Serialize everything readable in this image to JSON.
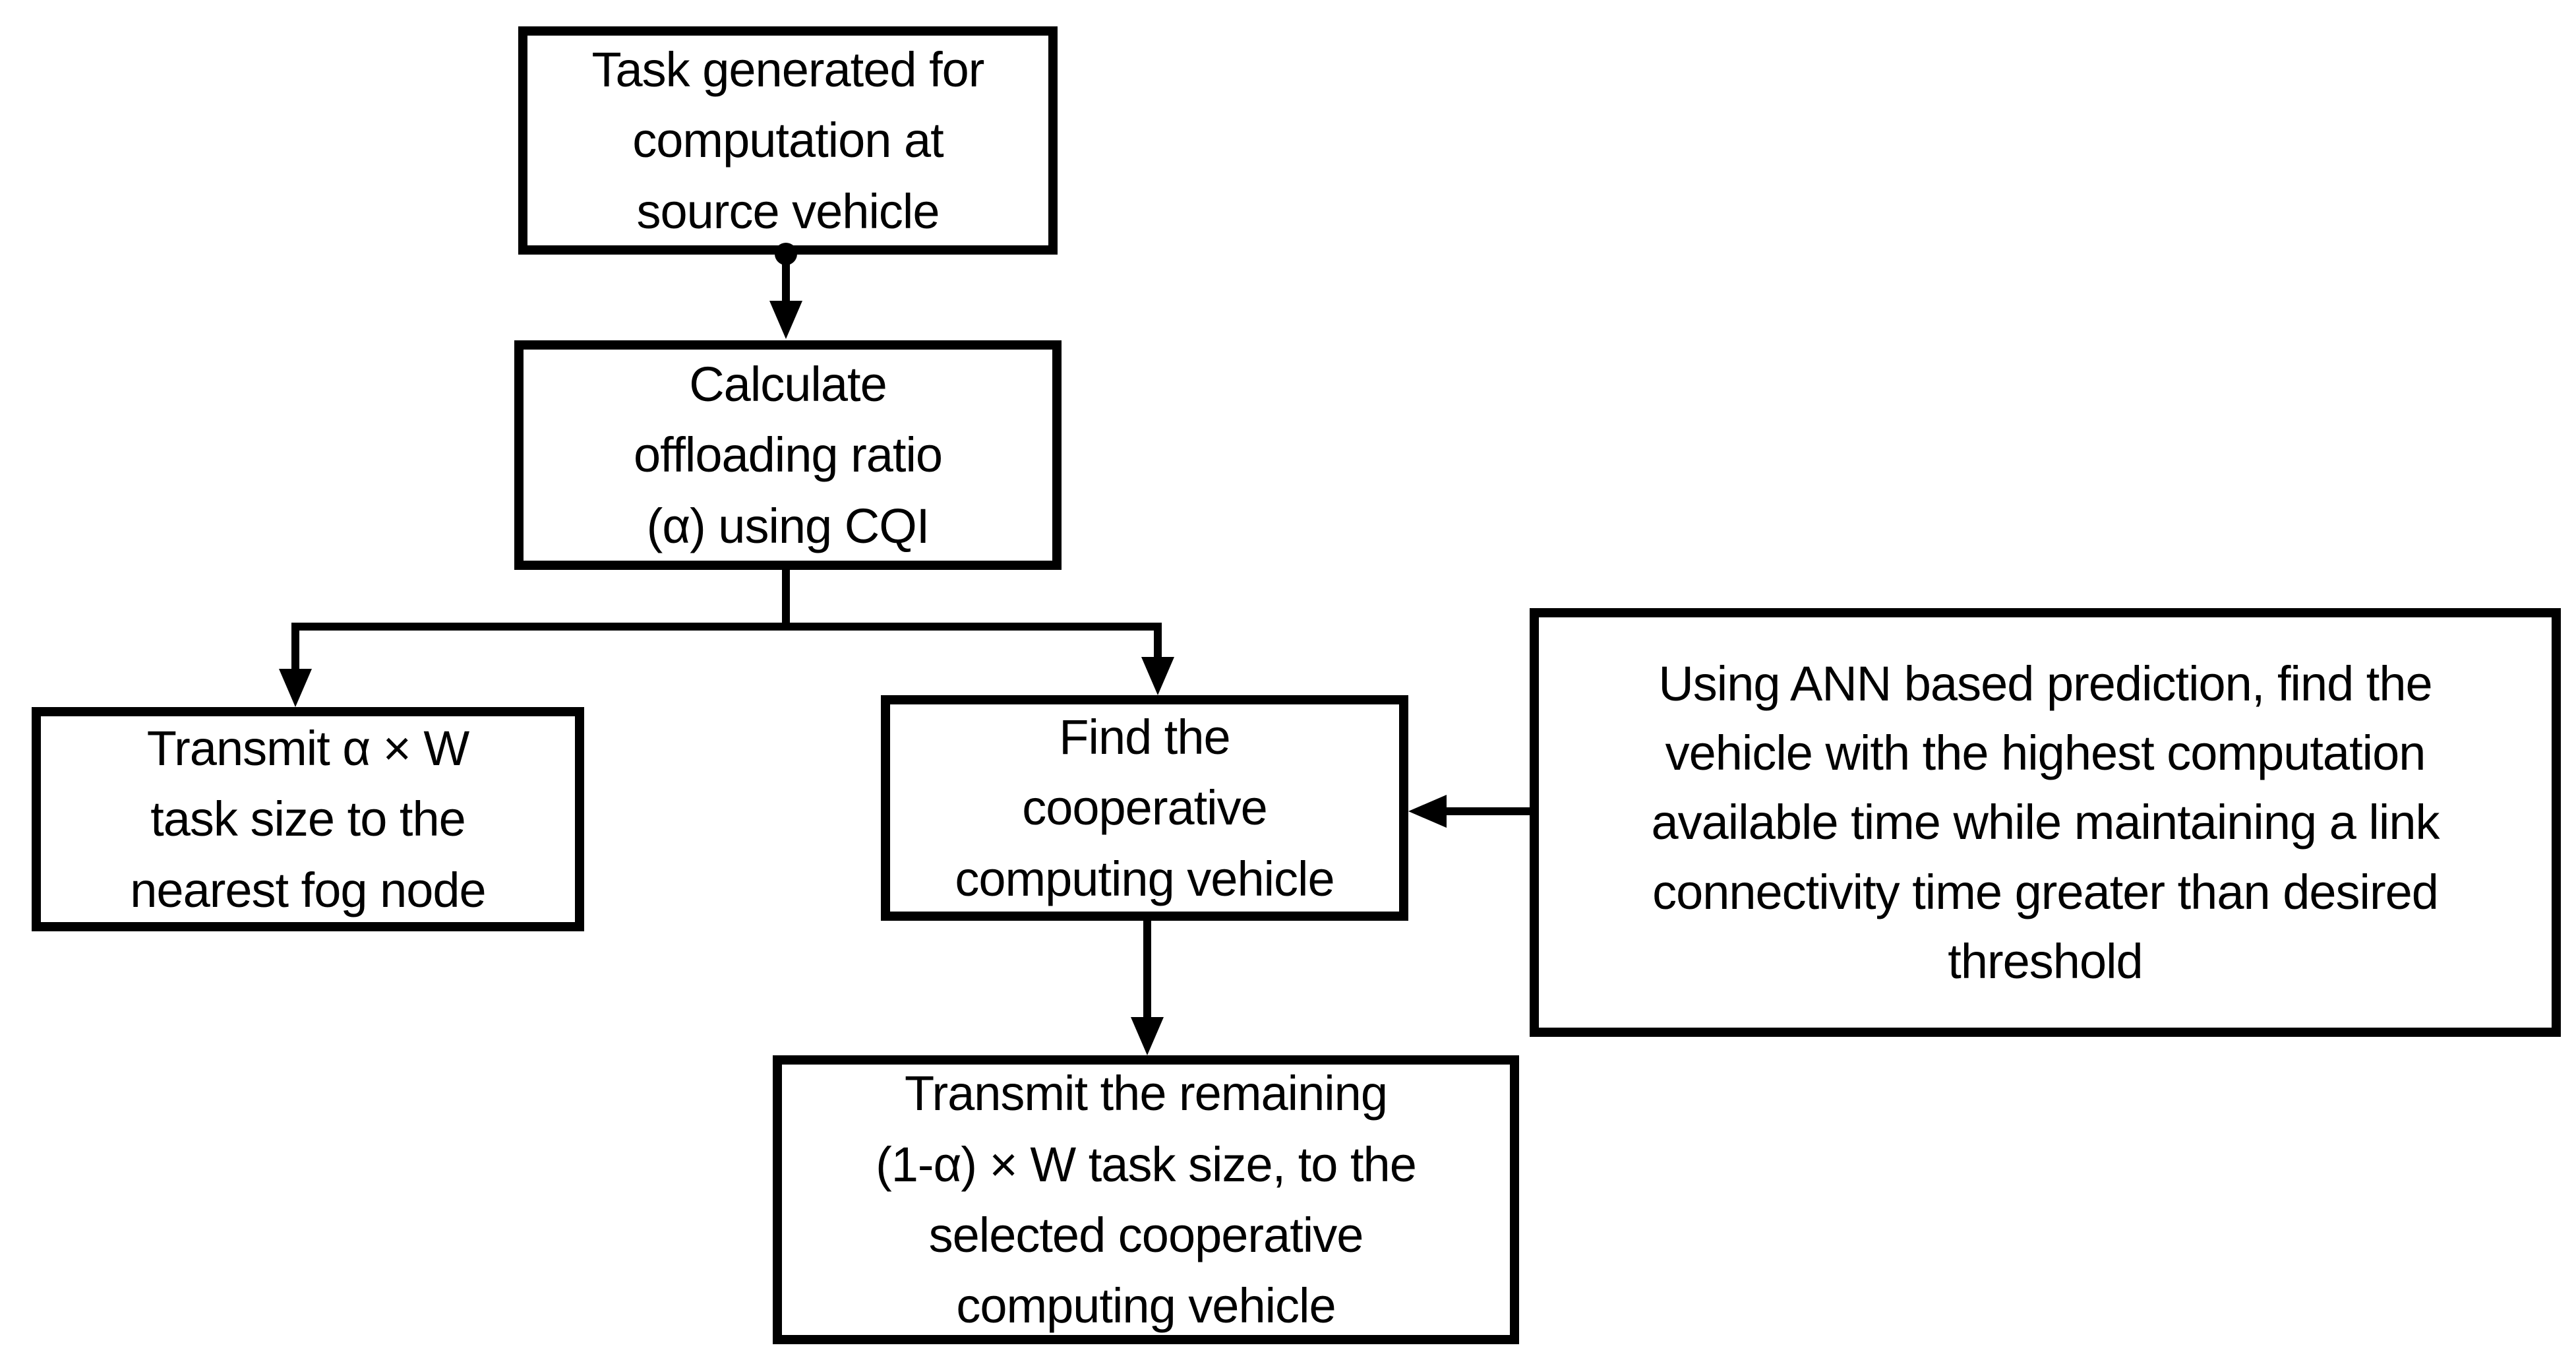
{
  "diagram": {
    "type": "flowchart",
    "background_color": "#ffffff",
    "stroke_color": "#000000",
    "nodes": {
      "task": {
        "lines": [
          "Task generated for",
          "computation at",
          "source vehicle"
        ]
      },
      "calc": {
        "lines": [
          "Calculate",
          "offloading ratio",
          "(α) using CQI"
        ]
      },
      "fog": {
        "lines": [
          "Transmit α × W",
          "task size to the",
          "nearest fog node"
        ]
      },
      "find": {
        "lines": [
          "Find the",
          "cooperative",
          "computing vehicle"
        ]
      },
      "ann": {
        "lines": [
          "Using ANN based prediction, find the",
          "vehicle with the highest computation",
          "available time while maintaining a link",
          "connectivity time greater than desired",
          "threshold"
        ]
      },
      "final": {
        "lines": [
          "Transmit the remaining",
          "(1-α) × W task size, to the",
          "selected cooperative",
          "computing vehicle"
        ]
      }
    },
    "edges": [
      {
        "from": "task",
        "to": "calc",
        "style": "arrow-down-with-start-dot"
      },
      {
        "from": "calc",
        "to": "fog",
        "style": "arrow-down-branch"
      },
      {
        "from": "calc",
        "to": "find",
        "style": "arrow-down-branch"
      },
      {
        "from": "ann",
        "to": "find",
        "style": "arrow-left"
      },
      {
        "from": "find",
        "to": "final",
        "style": "arrow-down"
      }
    ]
  }
}
